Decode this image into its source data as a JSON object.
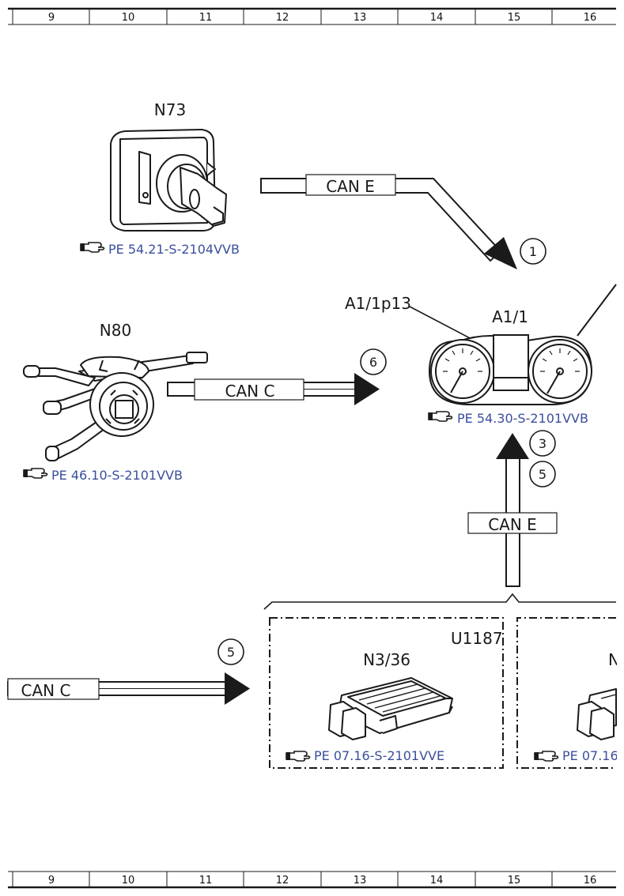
{
  "ruler": {
    "columns": [
      "9",
      "10",
      "11",
      "12",
      "13",
      "14",
      "15",
      "16"
    ]
  },
  "components": {
    "n73": {
      "code": "N73",
      "ref": "PE 54.21-S-2104VVB"
    },
    "n80": {
      "code": "N80",
      "ref": "PE 46.10-S-2101VVB"
    },
    "a1": {
      "code": "A1/1",
      "sub_code": "A1/1p13",
      "ref": "PE 54.30-S-2101VVB"
    },
    "u1187": {
      "code": "U1187"
    },
    "n3_36": {
      "code": "N3/36",
      "ref": "PE 07.16-S-2101VVE"
    },
    "n3_partial": {
      "code": "N",
      "ref": "PE 07.16"
    }
  },
  "buses": {
    "can_e_top": "CAN E",
    "can_c_mid": "CAN C",
    "can_e_vertical": "CAN E",
    "can_c_bottom": "CAN C"
  },
  "markers": {
    "m1": "1",
    "m6": "6",
    "m3": "3",
    "m5a": "5",
    "m5b": "5"
  },
  "colors": {
    "line": "#1a1a1a",
    "reference_link": "#3a4f9e"
  }
}
